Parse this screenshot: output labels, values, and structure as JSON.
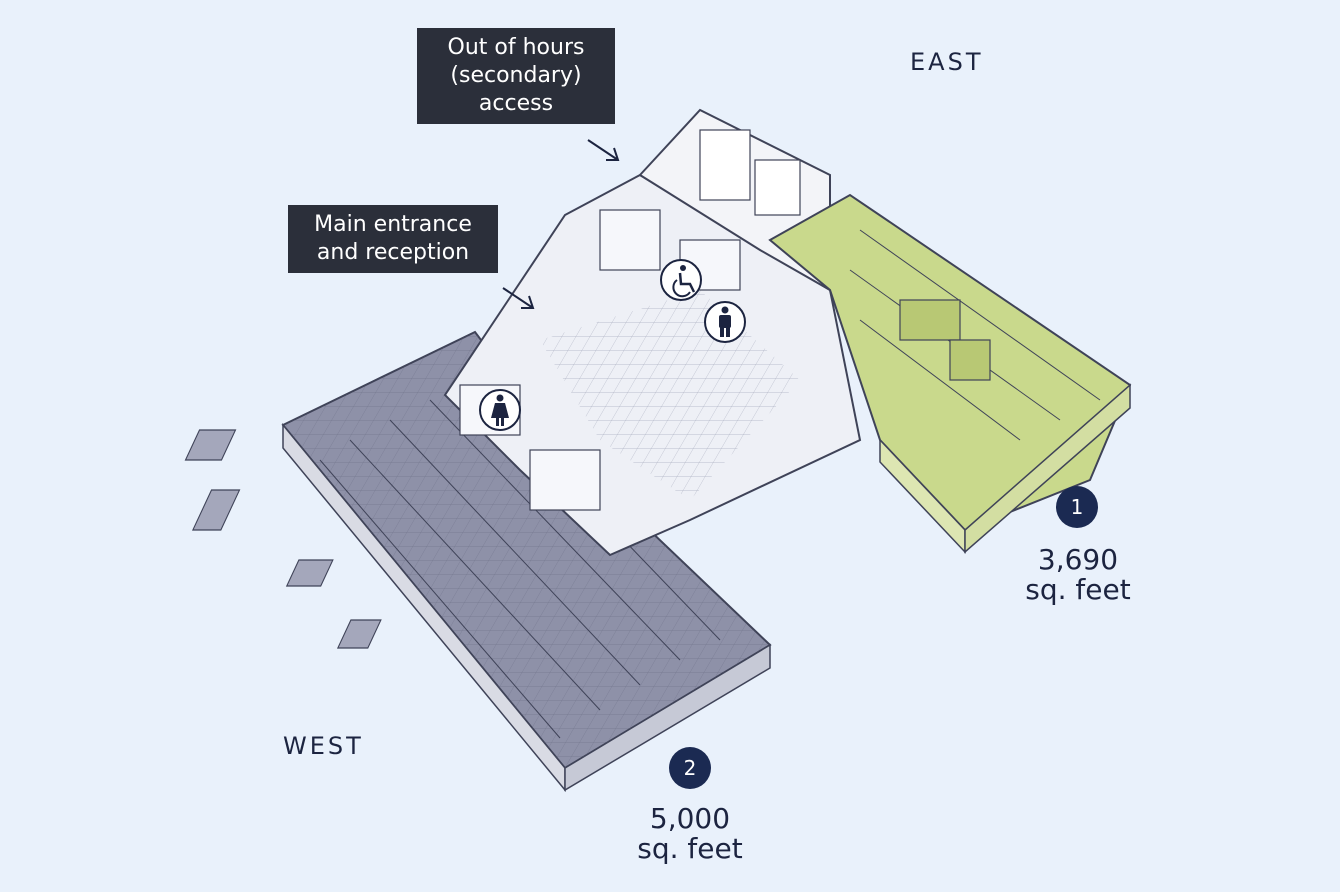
{
  "callouts": {
    "out_of_hours": [
      "Out of hours",
      "(secondary)",
      "access"
    ],
    "main_entrance": [
      "Main entrance",
      "and reception"
    ]
  },
  "compass": {
    "east": "EAST",
    "west": "WEST"
  },
  "zones": [
    {
      "number": "1",
      "area_value": "3,690",
      "area_unit": "sq. feet",
      "color": "#c9d98c"
    },
    {
      "number": "2",
      "area_value": "5,000",
      "area_unit": "sq. feet",
      "color": "#8c8fa6"
    }
  ],
  "icons": [
    "accessible-toilet-icon",
    "male-toilet-icon",
    "female-toilet-icon"
  ],
  "colors": {
    "background": "#e9f1fb",
    "callout_bg": "#2b2f3a",
    "badge_bg": "#1b2a52"
  }
}
